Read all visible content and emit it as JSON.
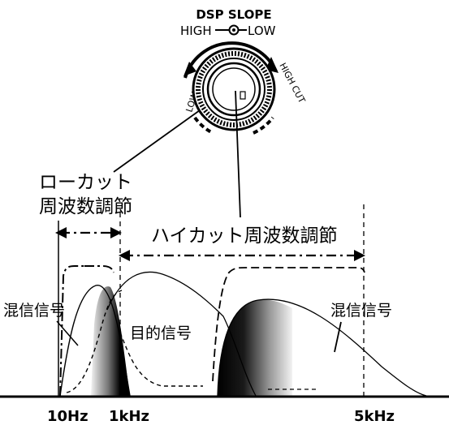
{
  "knob": {
    "title": "DSP SLOPE",
    "left_label": "HIGH",
    "right_label": "LOW",
    "outer_left_label": "LOW CUT",
    "outer_right_label": "HIGH CUT"
  },
  "labels": {
    "lowcut_line1": "ローカット",
    "lowcut_line2": "周波数調節",
    "highcut": "ハイカット周波数調節",
    "interference_left": "混信信号",
    "target": "目的信号",
    "interference_right": "混信信号"
  },
  "axis": {
    "tick_10hz": "10Hz",
    "tick_1khz": "1kHz",
    "tick_5khz": "5kHz"
  },
  "colors": {
    "ink": "#000000",
    "paper": "#ffffff"
  }
}
